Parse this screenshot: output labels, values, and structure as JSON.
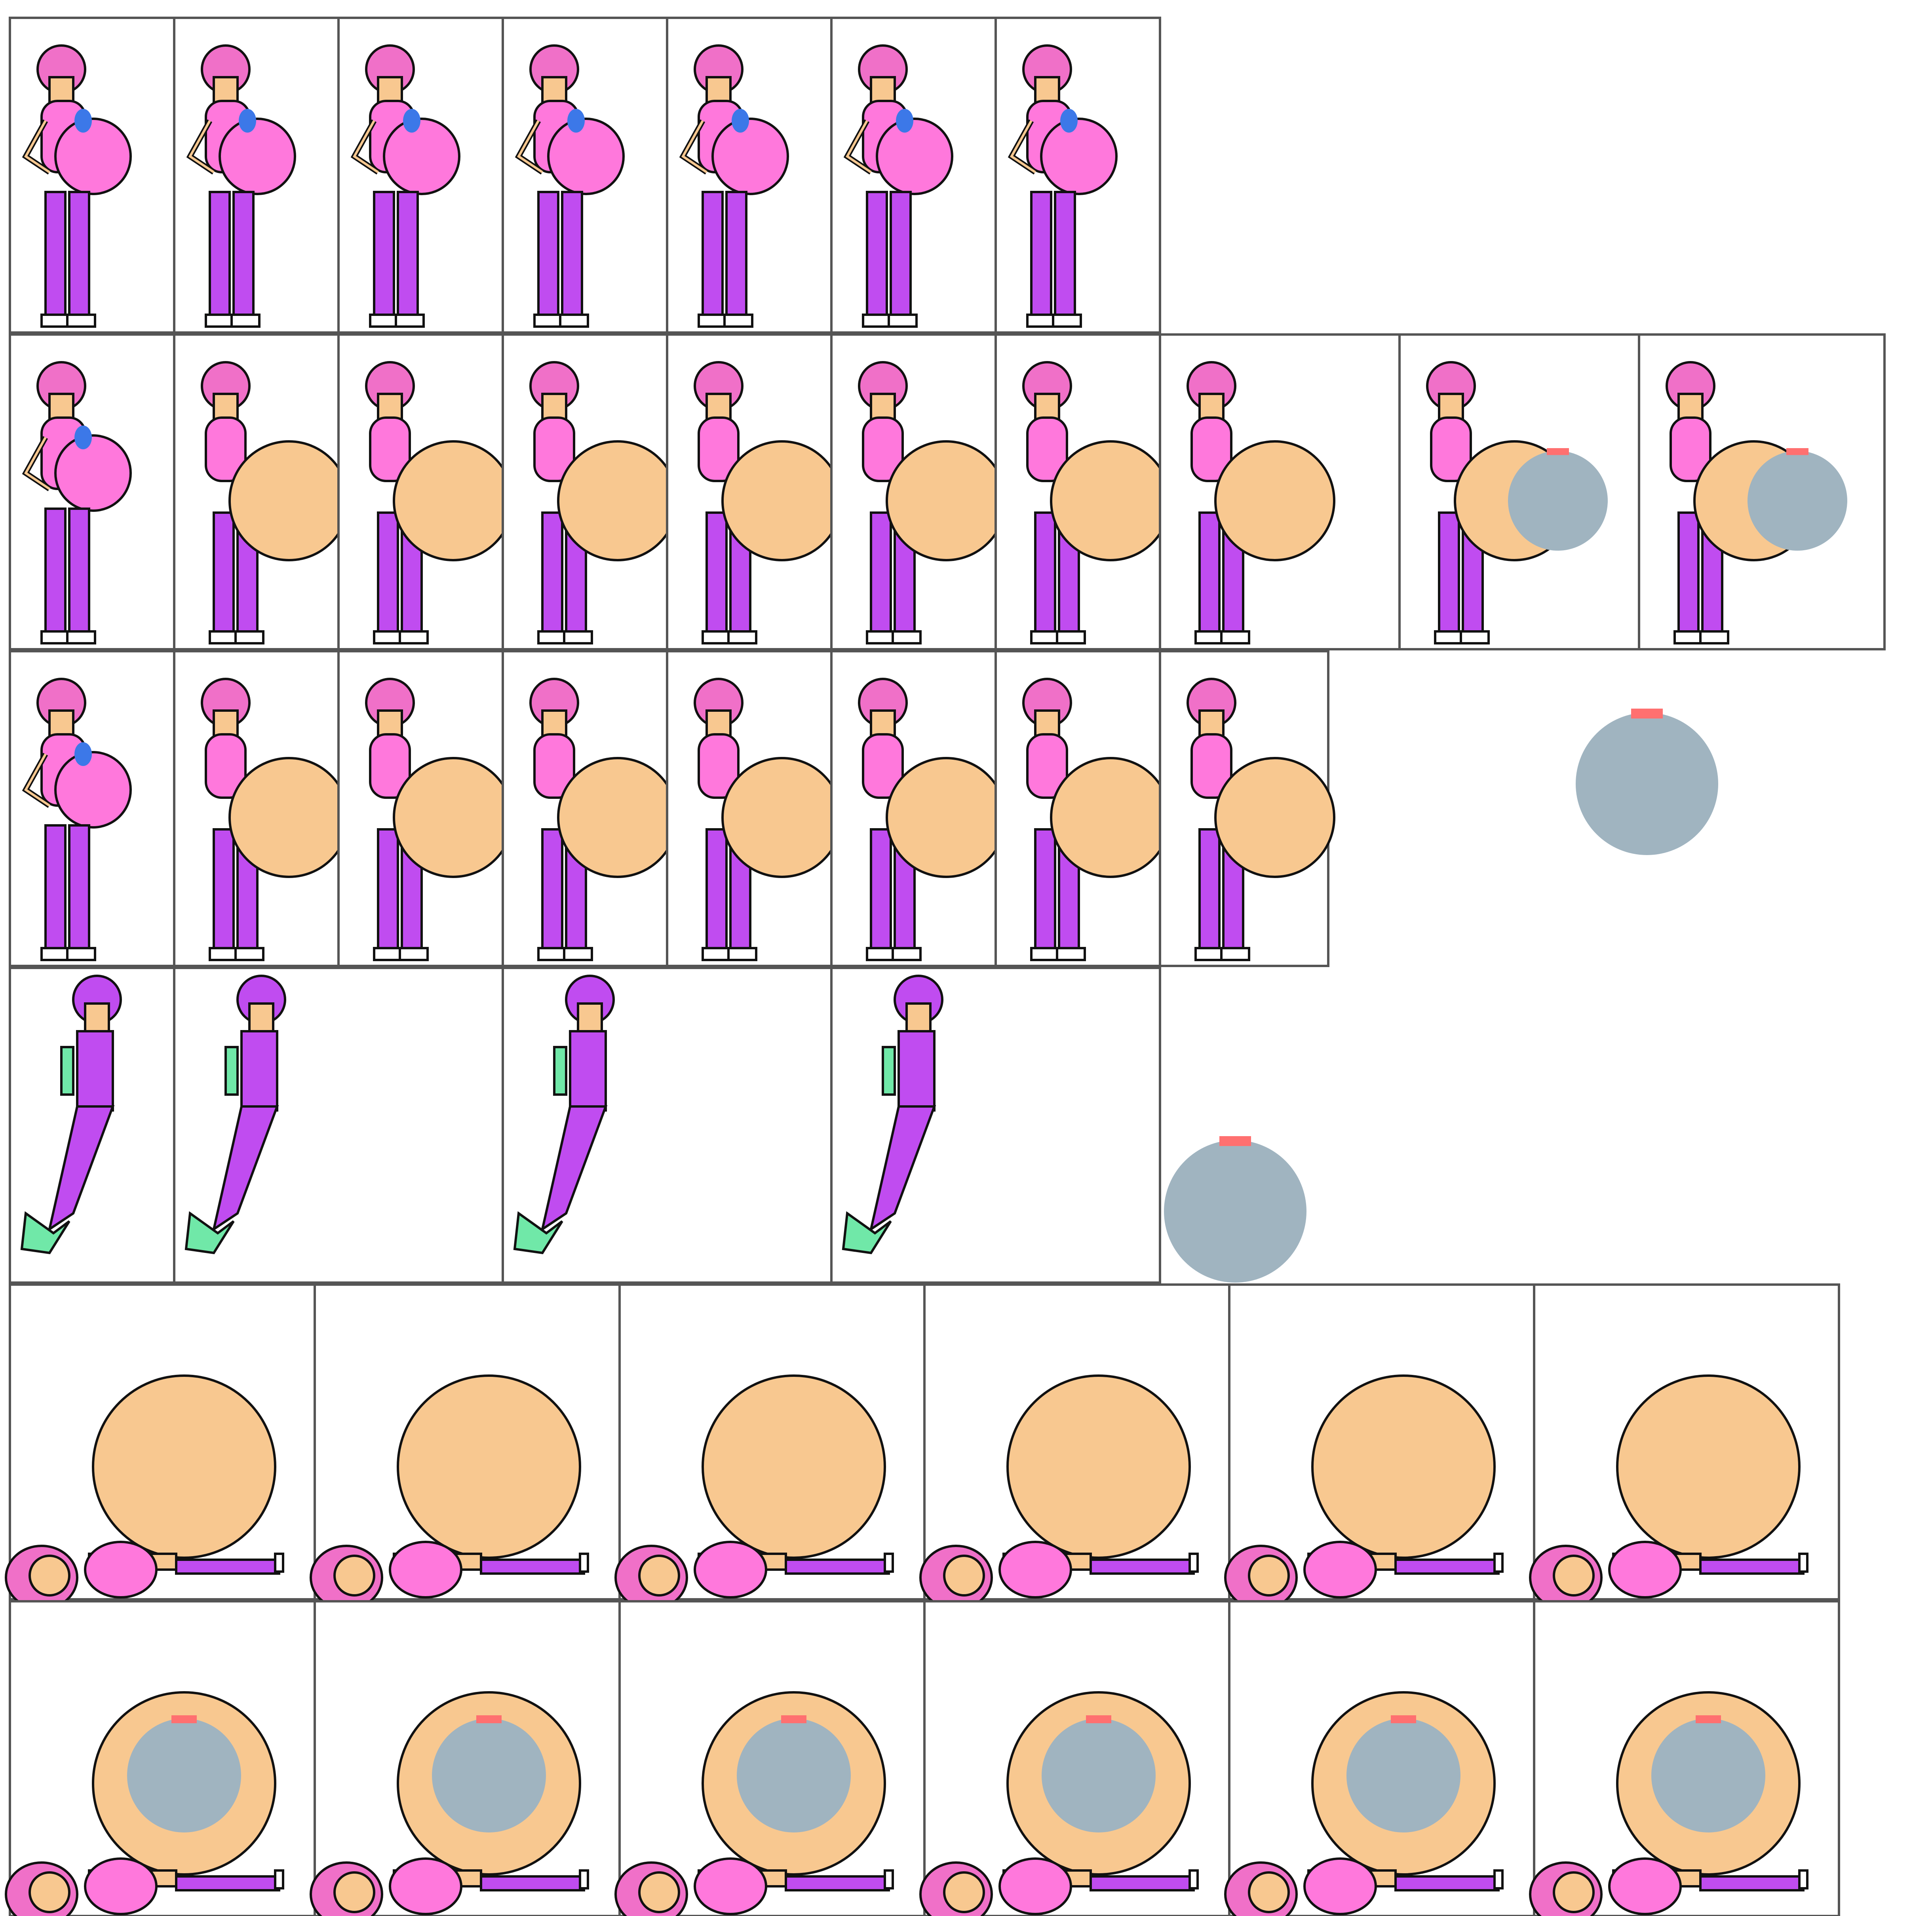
{
  "sheet": {
    "rows": [
      {
        "frames": 7
      },
      {
        "frames": 10
      },
      {
        "frames": 8
      },
      {
        "frames": 4
      },
      {
        "frames": 6
      },
      {
        "frames": 6
      }
    ]
  },
  "palette": {
    "hair_pink": "#f070c8",
    "shirt_pink": "#ff78dc",
    "pants_purple": "#c04cf0",
    "skin": "#f8c890",
    "blue_accent": "#3c78e8",
    "teal_fin": "#70e8a8",
    "gray_inner": "#a0b4c0",
    "outline": "#111111",
    "frame_border": "#555555",
    "shoe_white": "#ffffff",
    "nipple": "#ff7070"
  },
  "icons": {
    "standing": "standing-character-icon",
    "mermaid": "mermaid-character-icon",
    "lying": "lying-character-icon",
    "orb": "gray-orb-icon"
  }
}
